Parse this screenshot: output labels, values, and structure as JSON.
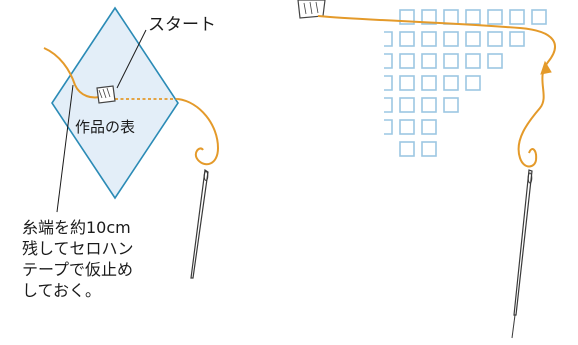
{
  "labels": {
    "start": "スタート",
    "work_front": "作品の表",
    "note_lines": [
      "糸端を約10cm",
      "残してセロハン",
      "テープで仮止め",
      "しておく。"
    ]
  },
  "colors": {
    "diamond_fill": "#e3eef8",
    "diamond_stroke": "#2b8bb6",
    "grid_square": "#9cc7e3",
    "thread": "#e49a2a",
    "needle": "#3a3a3a",
    "tape": "#444444",
    "text": "#1a1a1a"
  },
  "icons": [
    "tape-icon",
    "needle-icon"
  ],
  "grid": {
    "rows": [
      {
        "partial_left": false,
        "count": 7
      },
      {
        "partial_left": true,
        "count": 6
      },
      {
        "partial_left": true,
        "count": 5
      },
      {
        "partial_left": true,
        "count": 4
      },
      {
        "partial_left": true,
        "count": 3
      },
      {
        "partial_left": true,
        "count": 2
      },
      {
        "partial_left": false,
        "count": 2
      }
    ]
  }
}
